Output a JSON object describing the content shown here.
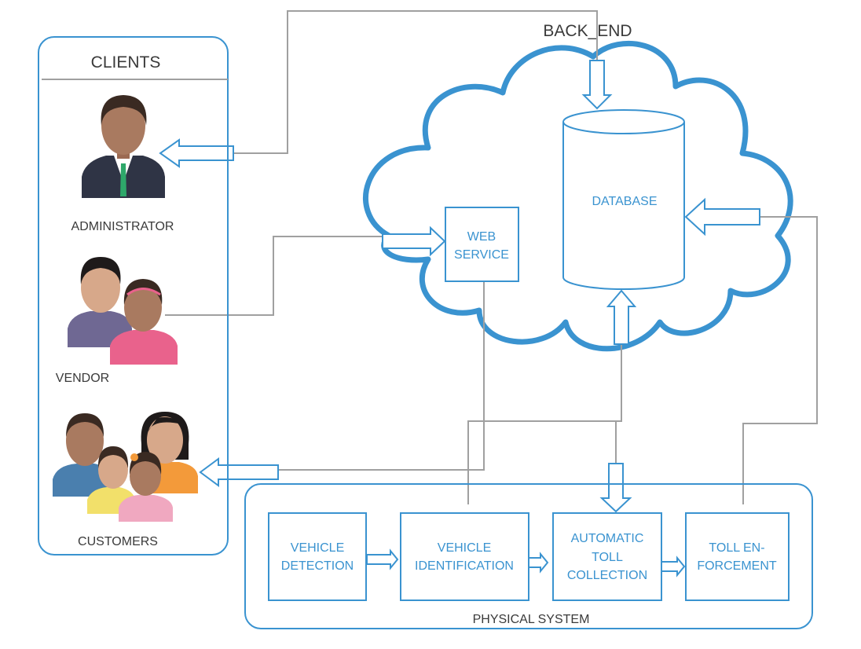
{
  "clients": {
    "title": "CLIENTS",
    "administrator": "ADMINISTRATOR",
    "vendor": "VENDOR",
    "customers": "CUSTOMERS"
  },
  "backend": {
    "title": "BACK_END",
    "web_service": [
      "WEB",
      "SERVICE"
    ],
    "database": "DATABASE"
  },
  "physical_system": {
    "title": "PHYSICAL SYSTEM",
    "vehicle_detection": [
      "VEHICLE",
      "DETECTION"
    ],
    "vehicle_identification": [
      "VEHICLE",
      "IDENTIFICATION"
    ],
    "automatic_toll_collection": [
      "AUTOMATIC",
      "TOLL",
      "COLLECTION"
    ],
    "toll_enforcement": [
      "TOLL EN-",
      "FORCEMENT"
    ]
  },
  "colors": {
    "accent_blue": "#3a93d0",
    "connector_gray": "#a0a0a0",
    "text_dark": "#3a3a3a"
  }
}
